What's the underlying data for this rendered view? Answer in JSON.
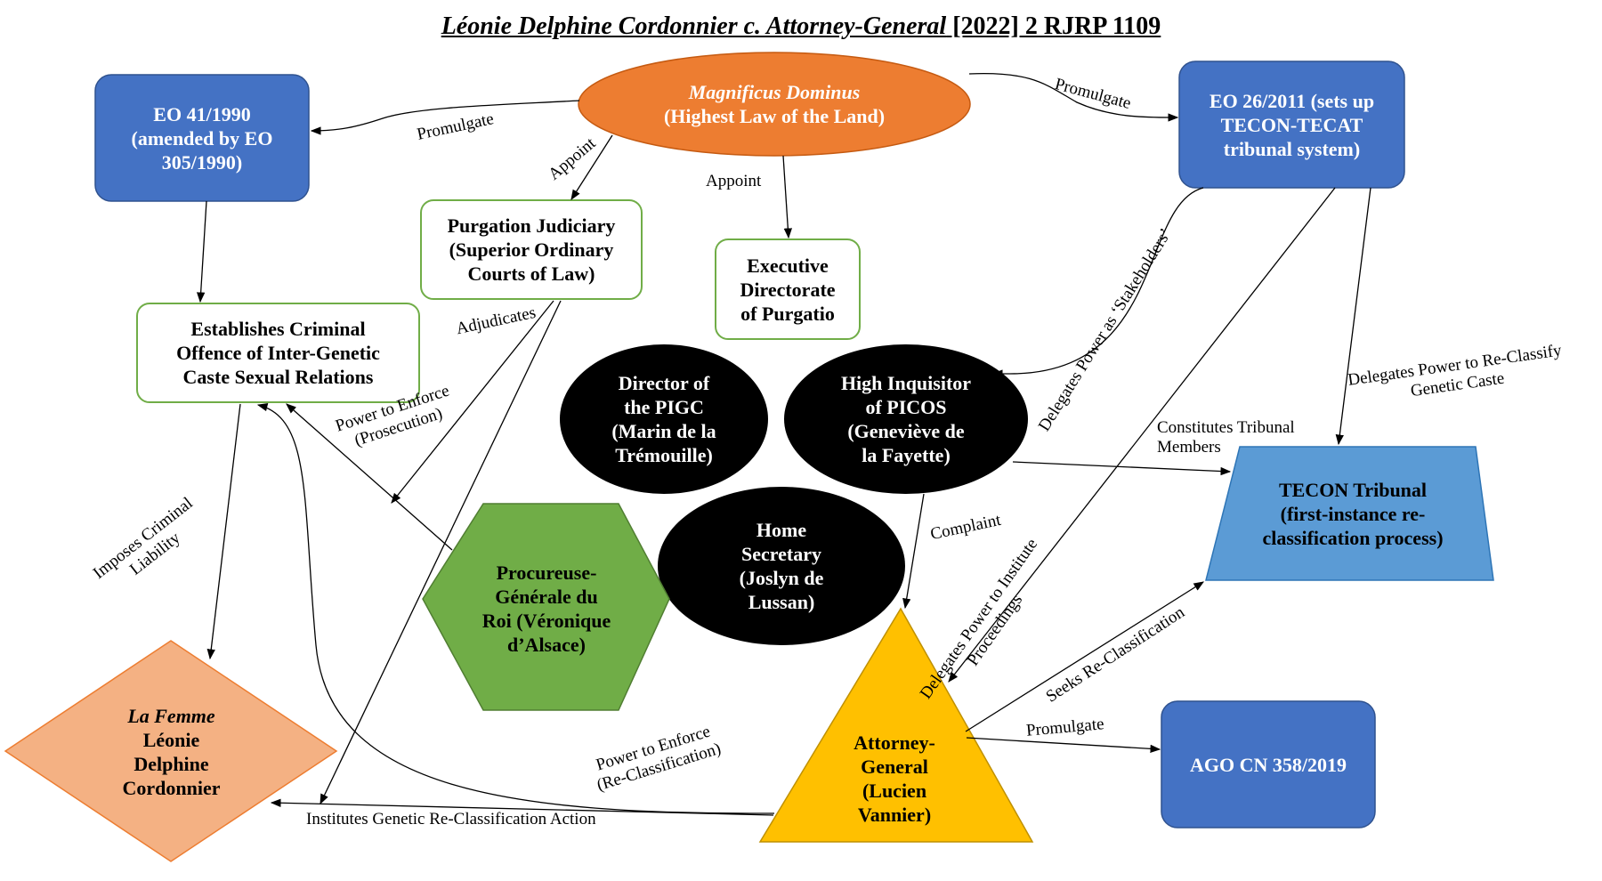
{
  "title": {
    "case_name": "Léonie Delphine Cordonnier c. Attorney-General",
    "citation": " [2022] 2 RJRP 1109"
  },
  "nodes": {
    "magnificus": {
      "line1": "Magnificus Dominus",
      "line2": "(Highest Law of the Land)"
    },
    "eo41": {
      "line1": "EO 41/1990",
      "line2": "(amended by EO",
      "line3": "305/1990)"
    },
    "eo26": {
      "line1": "EO 26/2011 (sets up",
      "line2": "TECON-TECAT",
      "line3": "tribunal system)"
    },
    "purgation": {
      "line1": "Purgation Judiciary",
      "line2": "(Superior Ordinary",
      "line3": "Courts of Law)"
    },
    "executive": {
      "line1": "Executive",
      "line2": "Directorate",
      "line3": "of Purgatio"
    },
    "criminal_offence": {
      "line1": "Establishes Criminal",
      "line2": "Offence of Inter-Genetic",
      "line3": "Caste Sexual Relations"
    },
    "director_pigc": {
      "line1": "Director of",
      "line2": "the PIGC",
      "line3": "(Marin de la",
      "line4": "Trémouille)"
    },
    "high_inquisitor": {
      "line1": "High Inquisitor",
      "line2": "of PICOS",
      "line3": "(Geneviève de",
      "line4": "la Fayette)"
    },
    "home_secretary": {
      "line1": "Home",
      "line2": "Secretary",
      "line3": "(Joslyn de",
      "line4": "Lussan)"
    },
    "tecon": {
      "line1": "TECON Tribunal",
      "line2": "(first-instance re-",
      "line3": "classification process)"
    },
    "procureuse": {
      "line1": "Procureuse-",
      "line2": "Générale du",
      "line3": "Roi (Véronique",
      "line4": "d’Alsace)"
    },
    "la_femme": {
      "line1": "La Femme",
      "line2": "Léonie",
      "line3": "Delphine",
      "line4": "Cordonnier"
    },
    "attorney_general": {
      "line1": "Attorney-",
      "line2": "General",
      "line3": "(Lucien",
      "line4": "Vannier)"
    },
    "ago": {
      "line1": "AGO CN 358/2019"
    }
  },
  "edge_labels": {
    "promulgate_left": "Promulgate",
    "promulgate_right": "Promulgate",
    "appoint_purgation": "Appoint",
    "appoint_executive": "Appoint",
    "adjudicates": "Adjudicates",
    "power_enforce_prosecution_1": "Power to Enforce",
    "power_enforce_prosecution_2": "(Prosecution)",
    "imposes_1": "Imposes Criminal",
    "imposes_2": "Liability",
    "delegates_stakeholders": "Delegates Power as ‘Stakeholders’",
    "delegates_reclassify_1": "Delegates Power to Re-Classify",
    "delegates_reclassify_2": "Genetic Caste",
    "constitutes_1": "Constitutes Tribunal",
    "constitutes_2": "Members",
    "complaint": "Complaint",
    "delegates_institute_1": "Delegates Power to Institute",
    "delegates_institute_2": "Proceedings",
    "seeks_reclassification": "Seeks Re-Classification",
    "promulgate_ago": "Promulgate",
    "power_enforce_reclass_1": "Power to Enforce",
    "power_enforce_reclass_2": "(Re-Classification)",
    "institutes_action": "Institutes Genetic Re-Classification Action"
  },
  "colors": {
    "blue_box": "#4472C4",
    "orange_ellipse": "#ED7D31",
    "green_outline": "#70AD47",
    "green_fill": "#70AD47",
    "black_ellipse": "#000000",
    "tecon_fill": "#5B9BD5",
    "la_femme_fill": "#F4B183",
    "gold_triangle": "#FFC000"
  }
}
